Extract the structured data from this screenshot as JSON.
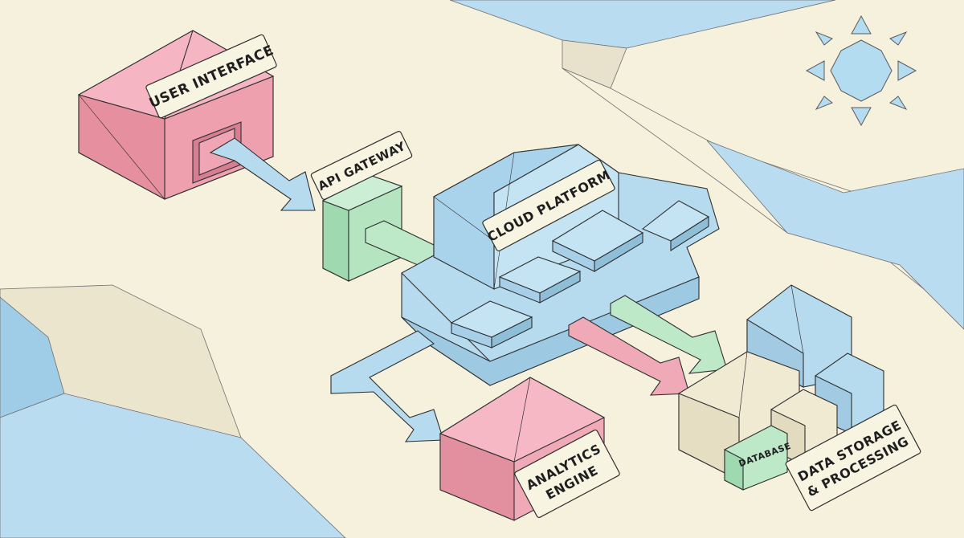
{
  "nodes": {
    "user_interface": "USER INTERFACE",
    "api_gateway": "API GATEWAY",
    "cloud_platform": "CLOUD PLATFORM",
    "analytics_engine": [
      "ANALYTICS",
      "ENGINE"
    ],
    "database": "DATABASE",
    "data_storage": [
      "DATA STORAGE",
      "& PROCESSING"
    ]
  },
  "colors": {
    "background": "#f6f1dc",
    "blue": "#b6dbef",
    "pink": "#f0a9b6",
    "green": "#bde9c8",
    "cream": "#f3ecd6",
    "label": "#f8f4e2",
    "outline": "#2f2f2f"
  },
  "decor": {
    "sun": "sun-icon"
  }
}
